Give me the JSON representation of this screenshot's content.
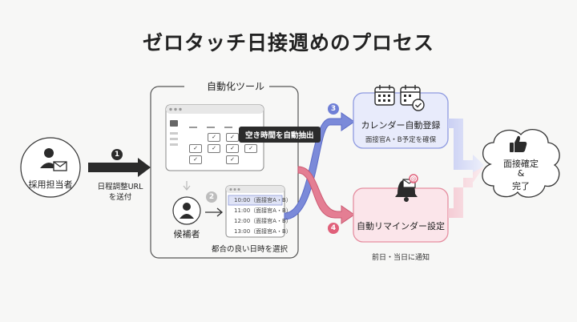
{
  "title": "ゼロタッチ日接週めのプロセス",
  "recruiter": {
    "label": "採用担当者"
  },
  "step1": {
    "number": "1",
    "line1": "日程調整URL",
    "line2": "を送付"
  },
  "tool": {
    "label": "自動化ツール",
    "tooltip": "空き時間を自動抽出"
  },
  "candidate": {
    "label": "候補者"
  },
  "step2": {
    "number": "2",
    "slots": [
      "10:00（面接官A・B）",
      "11:00（面接官A・B）",
      "12:00（面接官A・B）",
      "13:00（面接官A・B）"
    ],
    "caption": "都合の良い日時を選択"
  },
  "step3": {
    "number": "3",
    "title": "カレンダー自動登録",
    "subtitle": "面接官A・B予定を確保"
  },
  "step4": {
    "number": "4",
    "title": "自動リマインダー設定",
    "caption": "前日・当日に通知"
  },
  "final": {
    "line1": "面接確定",
    "line2": "&",
    "line3": "完了"
  },
  "colors": {
    "blue": "#6f7fd6",
    "pink": "#e0607a",
    "blue_fill": "#e9ecfb",
    "pink_fill": "#fbe7ec",
    "gray_badge": "#bdbdbd",
    "dark": "#2b2b2b"
  }
}
